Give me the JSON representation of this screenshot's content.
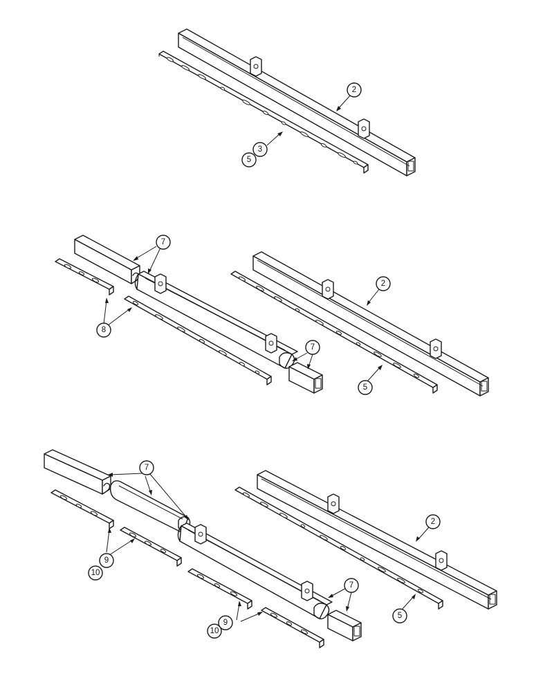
{
  "callouts": {
    "a2": "2",
    "a3": "3",
    "a5": "5",
    "b7a": "7",
    "b8": "8",
    "b7b": "7",
    "b2": "2",
    "b5": "5",
    "c7a": "7",
    "c9a": "9",
    "c10a": "10",
    "c2": "2",
    "c7b": "7",
    "c9b": "9",
    "c10b": "10",
    "c5": "5"
  }
}
